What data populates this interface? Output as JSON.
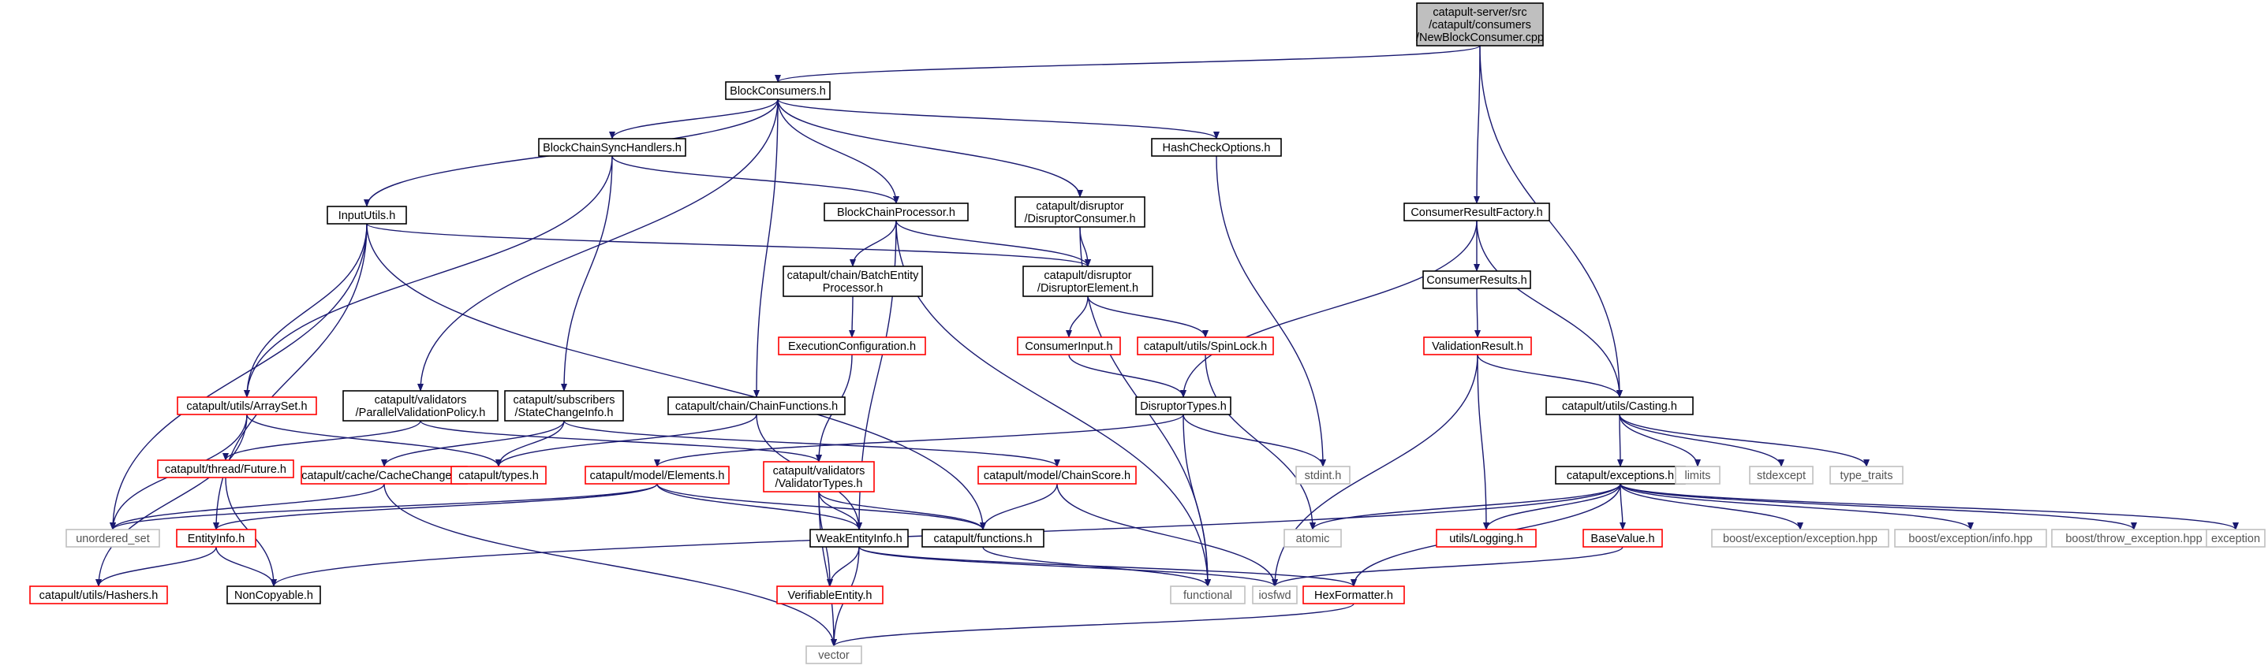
{
  "colors": {
    "edge": "#191970",
    "normal_border": "#000000",
    "external_border": "#bfbfbf",
    "incomplete_border": "#ff0000",
    "root_fill": "#bfbfbf",
    "text": "#000000",
    "external_text": "#555555"
  },
  "nodes": [
    {
      "id": "root",
      "lines": [
        "catapult-server/src",
        "/catapult/consumers",
        "/NewBlockConsumer.cpp"
      ],
      "kind": "root"
    },
    {
      "id": "blockconsumers",
      "lines": [
        "BlockConsumers.h"
      ],
      "kind": "normal"
    },
    {
      "id": "consumerresultfactory",
      "lines": [
        "ConsumerResultFactory.h"
      ],
      "kind": "normal"
    },
    {
      "id": "casting",
      "lines": [
        "catapult/utils/Casting.h"
      ],
      "kind": "normal"
    },
    {
      "id": "blockchainsynchandlers",
      "lines": [
        "BlockChainSyncHandlers.h"
      ],
      "kind": "normal"
    },
    {
      "id": "hashcheckoptions",
      "lines": [
        "HashCheckOptions.h"
      ],
      "kind": "normal"
    },
    {
      "id": "inpututils",
      "lines": [
        "InputUtils.h"
      ],
      "kind": "normal"
    },
    {
      "id": "blockchainprocessor",
      "lines": [
        "BlockChainProcessor.h"
      ],
      "kind": "normal"
    },
    {
      "id": "disruptorconsumer",
      "lines": [
        "catapult/disruptor",
        "/DisruptorConsumer.h"
      ],
      "kind": "normal"
    },
    {
      "id": "batchentityprocessor",
      "lines": [
        "catapult/chain/BatchEntity",
        "Processor.h"
      ],
      "kind": "normal"
    },
    {
      "id": "disruptorelement",
      "lines": [
        "catapult/disruptor",
        "/DisruptorElement.h"
      ],
      "kind": "normal"
    },
    {
      "id": "consumerresults",
      "lines": [
        "ConsumerResults.h"
      ],
      "kind": "normal"
    },
    {
      "id": "executionconfiguration",
      "lines": [
        "ExecutionConfiguration.h"
      ],
      "kind": "incomplete"
    },
    {
      "id": "consumerinput",
      "lines": [
        "ConsumerInput.h"
      ],
      "kind": "incomplete"
    },
    {
      "id": "spinlock",
      "lines": [
        "catapult/utils/SpinLock.h"
      ],
      "kind": "incomplete"
    },
    {
      "id": "validationresult",
      "lines": [
        "ValidationResult.h"
      ],
      "kind": "incomplete"
    },
    {
      "id": "arrayset",
      "lines": [
        "catapult/utils/ArraySet.h"
      ],
      "kind": "incomplete"
    },
    {
      "id": "parallelvalidationpolicy",
      "lines": [
        "catapult/validators",
        "/ParallelValidationPolicy.h"
      ],
      "kind": "normal"
    },
    {
      "id": "statechangeinfo",
      "lines": [
        "catapult/subscribers",
        "/StateChangeInfo.h"
      ],
      "kind": "normal"
    },
    {
      "id": "chainfunctions",
      "lines": [
        "catapult/chain/ChainFunctions.h"
      ],
      "kind": "normal"
    },
    {
      "id": "disruptortypes",
      "lines": [
        "DisruptorTypes.h"
      ],
      "kind": "normal"
    },
    {
      "id": "future",
      "lines": [
        "catapult/thread/Future.h"
      ],
      "kind": "incomplete"
    },
    {
      "id": "cachechanges",
      "lines": [
        "catapult/cache/CacheChanges.h"
      ],
      "kind": "incomplete"
    },
    {
      "id": "types",
      "lines": [
        "catapult/types.h"
      ],
      "kind": "incomplete"
    },
    {
      "id": "elements",
      "lines": [
        "catapult/model/Elements.h"
      ],
      "kind": "incomplete"
    },
    {
      "id": "validatortypes",
      "lines": [
        "catapult/validators",
        "/ValidatorTypes.h"
      ],
      "kind": "incomplete"
    },
    {
      "id": "chainscore",
      "lines": [
        "catapult/model/ChainScore.h"
      ],
      "kind": "incomplete"
    },
    {
      "id": "stdint",
      "lines": [
        "stdint.h"
      ],
      "kind": "external"
    },
    {
      "id": "exceptions",
      "lines": [
        "catapult/exceptions.h"
      ],
      "kind": "normal"
    },
    {
      "id": "limits",
      "lines": [
        "limits"
      ],
      "kind": "external"
    },
    {
      "id": "stdexcept",
      "lines": [
        "stdexcept"
      ],
      "kind": "external"
    },
    {
      "id": "type_traits",
      "lines": [
        "type_traits"
      ],
      "kind": "external"
    },
    {
      "id": "unordered_set",
      "lines": [
        "unordered_set"
      ],
      "kind": "external"
    },
    {
      "id": "entityinfo",
      "lines": [
        "EntityInfo.h"
      ],
      "kind": "incomplete"
    },
    {
      "id": "weakentityinfo",
      "lines": [
        "WeakEntityInfo.h"
      ],
      "kind": "normal"
    },
    {
      "id": "functions",
      "lines": [
        "catapult/functions.h"
      ],
      "kind": "normal"
    },
    {
      "id": "atomic",
      "lines": [
        "atomic"
      ],
      "kind": "external"
    },
    {
      "id": "logging",
      "lines": [
        "utils/Logging.h"
      ],
      "kind": "incomplete"
    },
    {
      "id": "basevalue",
      "lines": [
        "BaseValue.h"
      ],
      "kind": "incomplete"
    },
    {
      "id": "boost_exception",
      "lines": [
        "boost/exception/exception.hpp"
      ],
      "kind": "external"
    },
    {
      "id": "boost_info",
      "lines": [
        "boost/exception/info.hpp"
      ],
      "kind": "external"
    },
    {
      "id": "boost_throw",
      "lines": [
        "boost/throw_exception.hpp"
      ],
      "kind": "external"
    },
    {
      "id": "exception",
      "lines": [
        "exception"
      ],
      "kind": "external"
    },
    {
      "id": "hashers",
      "lines": [
        "catapult/utils/Hashers.h"
      ],
      "kind": "incomplete"
    },
    {
      "id": "noncopyable",
      "lines": [
        "NonCopyable.h"
      ],
      "kind": "normal"
    },
    {
      "id": "verifiableentity",
      "lines": [
        "VerifiableEntity.h"
      ],
      "kind": "incomplete"
    },
    {
      "id": "functional",
      "lines": [
        "functional"
      ],
      "kind": "external"
    },
    {
      "id": "iosfwd",
      "lines": [
        "iosfwd"
      ],
      "kind": "external"
    },
    {
      "id": "hexformatter",
      "lines": [
        "HexFormatter.h"
      ],
      "kind": "incomplete"
    },
    {
      "id": "vector",
      "lines": [
        "vector"
      ],
      "kind": "external"
    }
  ],
  "edges": [
    [
      "root",
      "blockconsumers"
    ],
    [
      "root",
      "consumerresultfactory"
    ],
    [
      "root",
      "casting"
    ],
    [
      "blockconsumers",
      "inpututils"
    ],
    [
      "blockconsumers",
      "blockchainsynchandlers"
    ],
    [
      "blockconsumers",
      "parallelvalidationpolicy"
    ],
    [
      "blockconsumers",
      "chainfunctions"
    ],
    [
      "blockconsumers",
      "blockchainprocessor"
    ],
    [
      "blockconsumers",
      "disruptorconsumer"
    ],
    [
      "blockconsumers",
      "hashcheckoptions"
    ],
    [
      "blockchainsynchandlers",
      "arrayset"
    ],
    [
      "blockchainsynchandlers",
      "statechangeinfo"
    ],
    [
      "blockchainsynchandlers",
      "blockchainprocessor"
    ],
    [
      "hashcheckoptions",
      "stdint"
    ],
    [
      "inpututils",
      "unordered_set"
    ],
    [
      "inpututils",
      "arrayset"
    ],
    [
      "inpututils",
      "entityinfo"
    ],
    [
      "inpututils",
      "functions"
    ],
    [
      "inpututils",
      "disruptorelement"
    ],
    [
      "blockchainprocessor",
      "batchentityprocessor"
    ],
    [
      "blockchainprocessor",
      "disruptorelement"
    ],
    [
      "blockchainprocessor",
      "weakentityinfo"
    ],
    [
      "blockchainprocessor",
      "functional"
    ],
    [
      "disruptorconsumer",
      "disruptorelement"
    ],
    [
      "disruptorconsumer",
      "functional"
    ],
    [
      "batchentityprocessor",
      "executionconfiguration"
    ],
    [
      "executionconfiguration",
      "validatortypes"
    ],
    [
      "disruptorelement",
      "consumerinput"
    ],
    [
      "disruptorelement",
      "spinlock"
    ],
    [
      "consumerinput",
      "disruptortypes"
    ],
    [
      "spinlock",
      "atomic"
    ],
    [
      "consumerresultfactory",
      "disruptortypes"
    ],
    [
      "consumerresultfactory",
      "consumerresults"
    ],
    [
      "consumerresultfactory",
      "casting"
    ],
    [
      "consumerresults",
      "validationresult"
    ],
    [
      "validationresult",
      "casting"
    ],
    [
      "validationresult",
      "logging"
    ],
    [
      "validationresult",
      "iosfwd"
    ],
    [
      "casting",
      "exceptions"
    ],
    [
      "casting",
      "limits"
    ],
    [
      "casting",
      "stdexcept"
    ],
    [
      "casting",
      "type_traits"
    ],
    [
      "arrayset",
      "unordered_set"
    ],
    [
      "arrayset",
      "types"
    ],
    [
      "arrayset",
      "hashers"
    ],
    [
      "parallelvalidationpolicy",
      "future"
    ],
    [
      "parallelvalidationpolicy",
      "validatortypes"
    ],
    [
      "statechangeinfo",
      "cachechanges"
    ],
    [
      "statechangeinfo",
      "types"
    ],
    [
      "statechangeinfo",
      "chainscore"
    ],
    [
      "chainfunctions",
      "types"
    ],
    [
      "chainfunctions",
      "weakentityinfo"
    ],
    [
      "disruptortypes",
      "elements"
    ],
    [
      "disruptortypes",
      "stdint"
    ],
    [
      "disruptortypes",
      "functional"
    ],
    [
      "future",
      "noncopyable"
    ],
    [
      "cachechanges",
      "unordered_set"
    ],
    [
      "cachechanges",
      "vector"
    ],
    [
      "elements",
      "unordered_set"
    ],
    [
      "elements",
      "entityinfo"
    ],
    [
      "elements",
      "weakentityinfo"
    ],
    [
      "elements",
      "functions"
    ],
    [
      "validatortypes",
      "weakentityinfo"
    ],
    [
      "validatortypes",
      "functions"
    ],
    [
      "validatortypes",
      "verifiableentity"
    ],
    [
      "validatortypes",
      "vector"
    ],
    [
      "chainscore",
      "functions"
    ],
    [
      "chainscore",
      "iosfwd"
    ],
    [
      "entityinfo",
      "hashers"
    ],
    [
      "entityinfo",
      "noncopyable"
    ],
    [
      "weakentityinfo",
      "verifiableentity"
    ],
    [
      "weakentityinfo",
      "vector"
    ],
    [
      "weakentityinfo",
      "iosfwd"
    ],
    [
      "weakentityinfo",
      "hexformatter"
    ],
    [
      "functions",
      "functional"
    ],
    [
      "exceptions",
      "atomic"
    ],
    [
      "exceptions",
      "logging"
    ],
    [
      "exceptions",
      "basevalue"
    ],
    [
      "exceptions",
      "hexformatter"
    ],
    [
      "exceptions",
      "boost_exception"
    ],
    [
      "exceptions",
      "boost_info"
    ],
    [
      "exceptions",
      "boost_throw"
    ],
    [
      "exceptions",
      "exception"
    ],
    [
      "exceptions",
      "noncopyable"
    ],
    [
      "basevalue",
      "iosfwd"
    ],
    [
      "hexformatter",
      "vector"
    ]
  ]
}
